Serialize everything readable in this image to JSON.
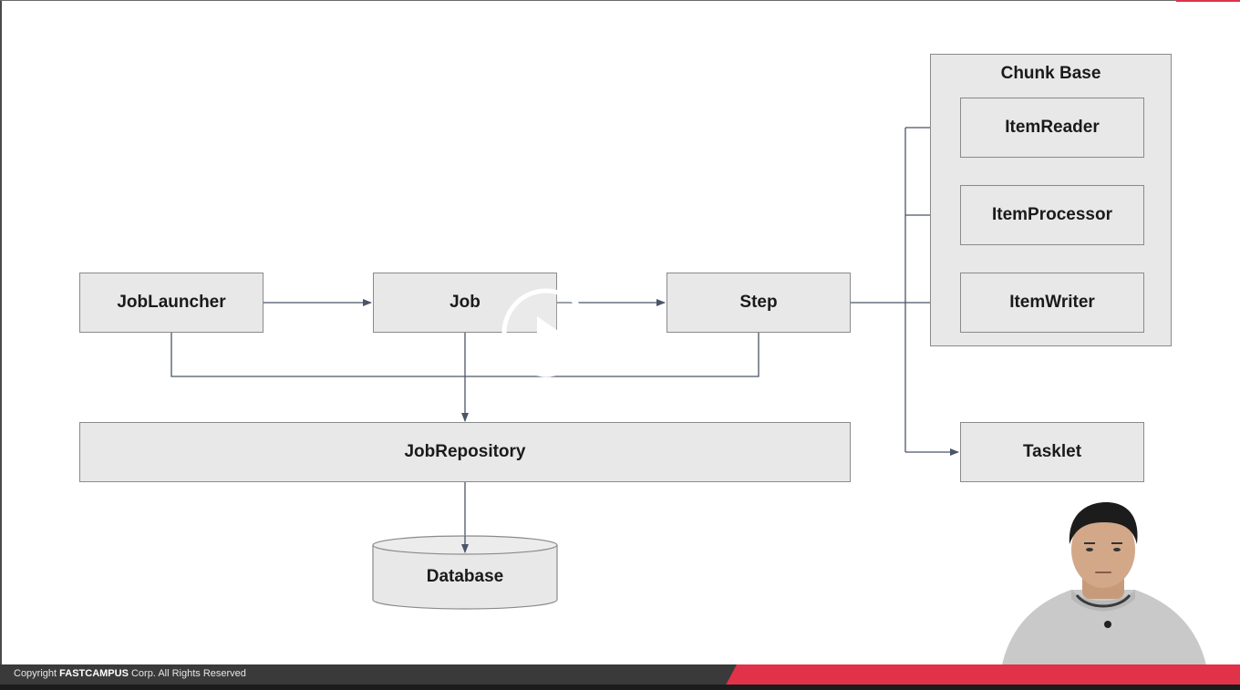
{
  "diagram": {
    "chunk_base": {
      "title": "Chunk Base",
      "item_reader": "ItemReader",
      "item_processor": "ItemProcessor",
      "item_writer": "ItemWriter"
    },
    "job_launcher": "JobLauncher",
    "job": "Job",
    "step": "Step",
    "job_repository": "JobRepository",
    "database": "Database",
    "tasklet": "Tasklet"
  },
  "footer": {
    "prefix": "Copyright ",
    "brand": "FASTCAMPUS",
    "suffix": " Corp. All Rights Reserved"
  },
  "player": {
    "play_icon": "play-icon"
  },
  "colors": {
    "box_fill": "#e8e8e8",
    "box_border": "#8a8a8a",
    "arrow": "#4a5568",
    "footer_dark": "#3a3a3a",
    "footer_red": "#e0334a"
  }
}
